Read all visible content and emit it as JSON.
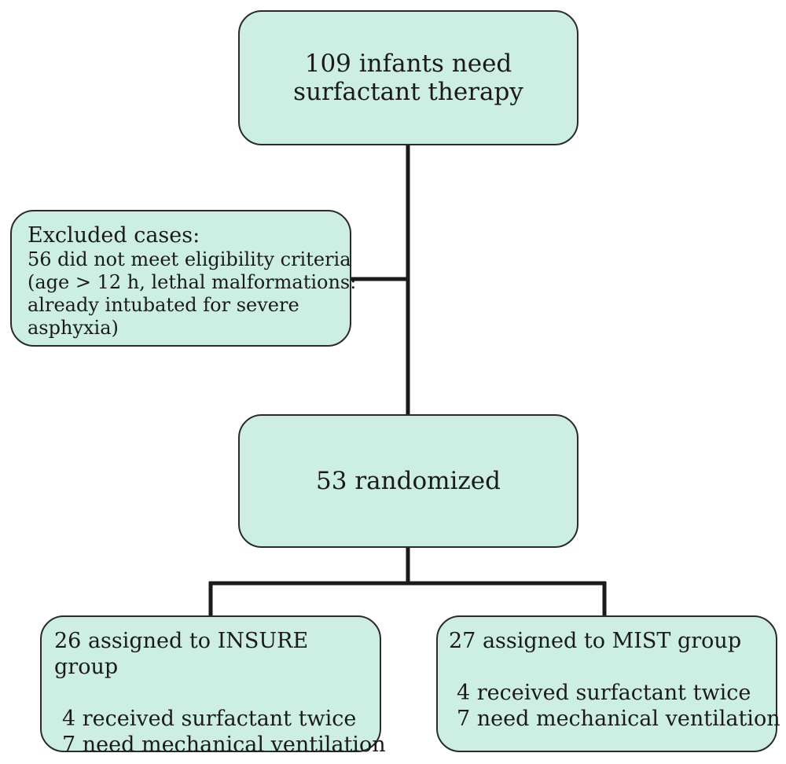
{
  "colors": {
    "box_fill": "#cdeee2",
    "border": "#2b2b2b",
    "connector": "#1a1a1a"
  },
  "nodes": {
    "top": {
      "lines": [
        "109 infants need",
        "surfactant therapy"
      ]
    },
    "excluded": {
      "title": "Excluded cases:",
      "lines": [
        "56 did not meet eligibility criteria",
        "(age > 12 h, lethal malformations:",
        "already intubated for severe",
        "asphyxia)"
      ]
    },
    "randomized": {
      "label": "53 randomized"
    },
    "insure": {
      "title": "26 assigned to INSURE group",
      "lines": [
        "4 received surfactant twice",
        "7 need mechanical ventilation"
      ]
    },
    "mist": {
      "title": "27 assigned to MIST group",
      "lines": [
        "4 received surfactant twice",
        "7 need mechanical ventilation"
      ]
    }
  }
}
